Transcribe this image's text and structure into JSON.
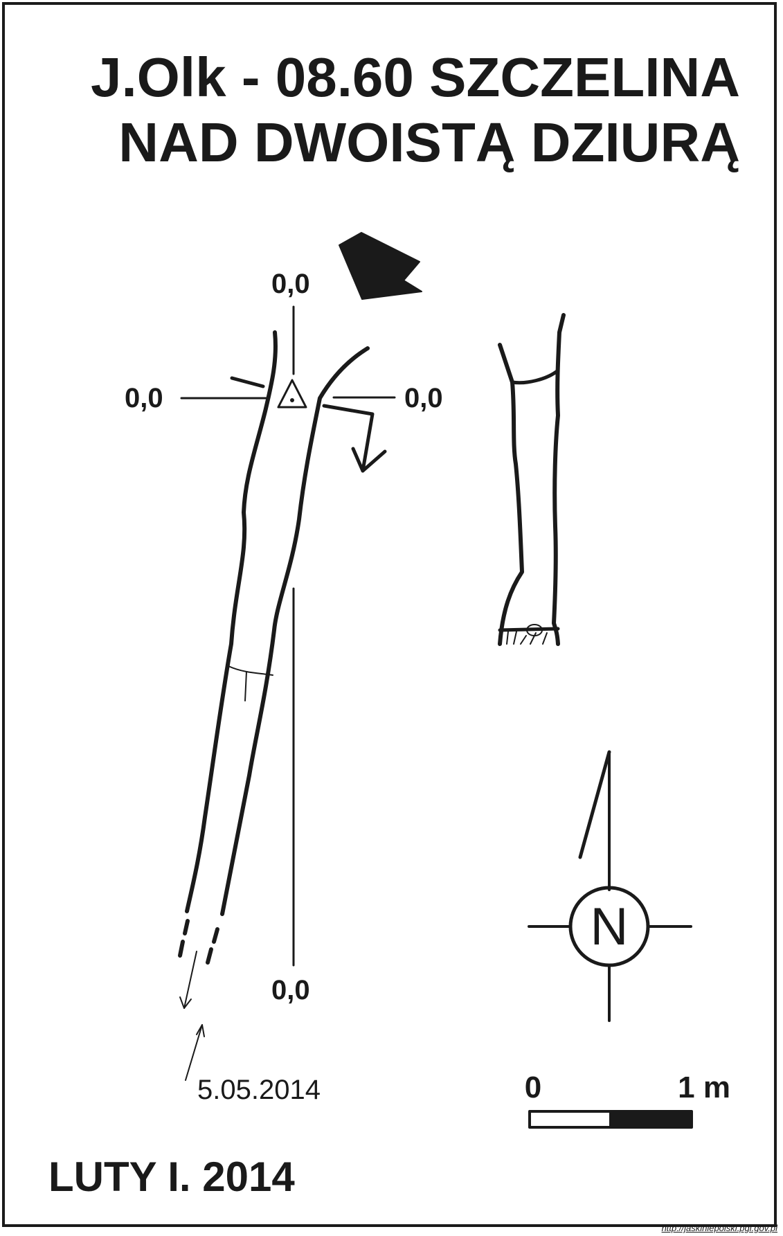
{
  "title": {
    "line1": "J.Olk - 08.60  SZCZELINA",
    "line2": "NAD DWOISTĄ DZIURĄ"
  },
  "datum_labels": {
    "top": "0,0",
    "left": "0,0",
    "right": "0,0",
    "bottom": "0,0"
  },
  "compass": {
    "letter": "N",
    "icon": "north-arrow-icon"
  },
  "scale_bar": {
    "start_label": "0",
    "end_label": "1 m",
    "length_m": 1
  },
  "survey_date": "5.05.2014",
  "author_date": "LUTY I. 2014",
  "source_url": "http://jaskiniepolski.pgi.gov.pl",
  "colors": {
    "ink": "#1a1a1a",
    "paper": "#ffffff"
  }
}
